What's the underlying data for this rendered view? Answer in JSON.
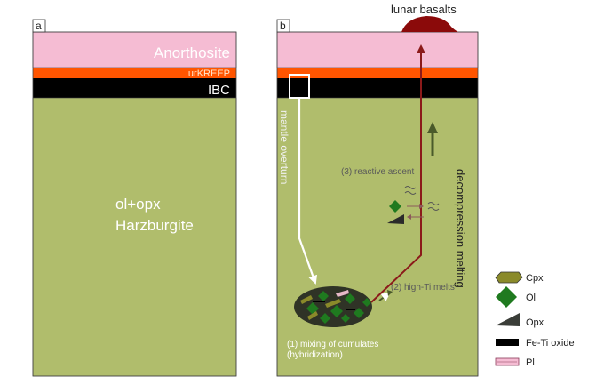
{
  "panel_a": {
    "label": "a",
    "anorthosite": "Anorthosite",
    "urkreep": "urKREEP",
    "ibc": "IBC",
    "harzburgite_line1": "ol+opx",
    "harzburgite_line2": "Harzburgite"
  },
  "panel_b": {
    "label": "b",
    "lunar_basalts": "lunar basalts",
    "mantle_overturn": "mantle overturn",
    "decompression_melting": "decompression melting",
    "reactive_ascent": "(3) reactive ascent",
    "high_ti_melts": "(2) high-Ti melts",
    "mixing_line1": "(1) mixing of cumulates",
    "mixing_line2": "(hybridization)"
  },
  "legend": {
    "items": [
      {
        "label": "Cpx",
        "icon": "cpx-icon"
      },
      {
        "label": "Ol",
        "icon": "ol-icon"
      },
      {
        "label": "Opx",
        "icon": "opx-icon"
      },
      {
        "label": "Fe-Ti oxide",
        "icon": "fe-ti-oxide-icon"
      },
      {
        "label": "Pl",
        "icon": "pl-icon"
      }
    ]
  },
  "colors": {
    "anorthosite": "#f5bcd3",
    "urkreep": "#ff5500",
    "ibc": "#000000",
    "mantle": "#b0bd6c",
    "basalt": "#8b0a0a",
    "melt_path": "#8b1a1a",
    "olivine": "#1f7a1f",
    "cpx": "#8a8a2a"
  }
}
